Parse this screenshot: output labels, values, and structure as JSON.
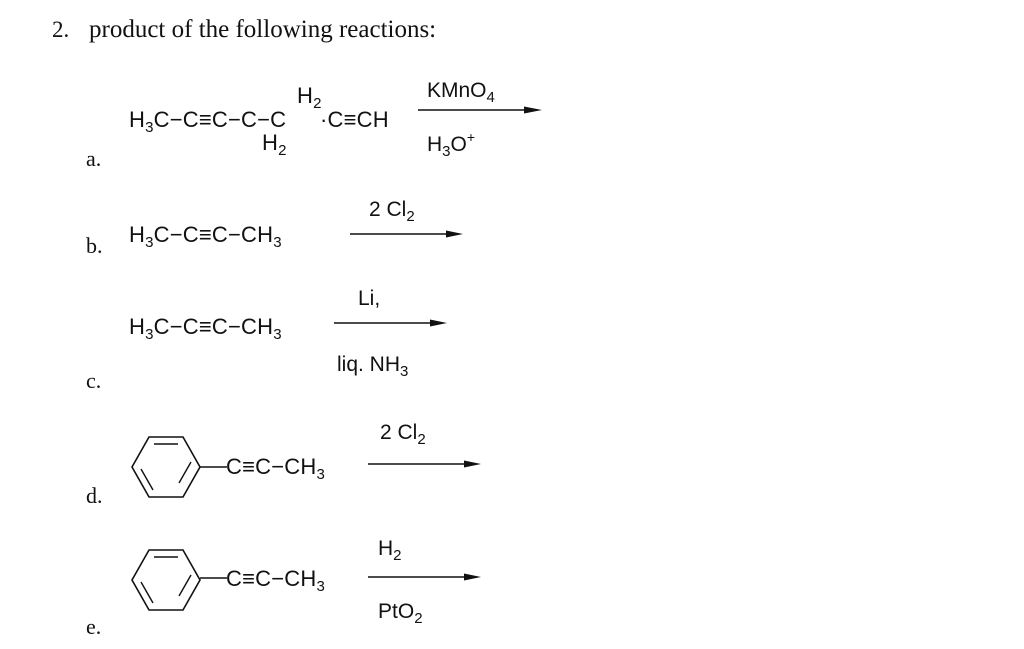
{
  "question": {
    "number": "2.",
    "title": "product of the following reactions:"
  },
  "reactions": [
    {
      "label": "a.",
      "reactant": {
        "main_prefix": "H",
        "main_sub1": "3",
        "main_mid": "C−C≡C−C−C",
        "dot_part": "·C≡CH",
        "upper_h": "H",
        "upper_sub": "2",
        "lower_h": "H",
        "lower_sub": "2"
      },
      "reagent_above": {
        "text": "KMnO",
        "sub": "4"
      },
      "reagent_below": {
        "text": "H",
        "sub": "3",
        "text2": "O",
        "sup": "+"
      }
    },
    {
      "label": "b.",
      "reactant": {
        "p1": "H",
        "s1": "3",
        "p2": "C−C≡C−CH",
        "s2": "3"
      },
      "reagent_above": {
        "text": "2 Cl",
        "sub": "2"
      }
    },
    {
      "label": "c.",
      "reactant": {
        "p1": "H",
        "s1": "3",
        "p2": "C−C≡C−CH",
        "s2": "3"
      },
      "reagent_above": {
        "text": "Li,"
      },
      "reagent_below": {
        "text": "liq. NH",
        "sub": "3"
      }
    },
    {
      "label": "d.",
      "reactant": {
        "ring": "benzene",
        "chain": "C≡C−CH",
        "sub": "3"
      },
      "reagent_above": {
        "text": "2 Cl",
        "sub": "2"
      }
    },
    {
      "label": "e.",
      "reactant": {
        "ring": "benzene",
        "chain": "C≡C−CH",
        "sub": "3"
      },
      "reagent_above": {
        "text": "H",
        "sub": "2"
      },
      "reagent_below": {
        "text": "PtO",
        "sub": "2"
      }
    }
  ]
}
